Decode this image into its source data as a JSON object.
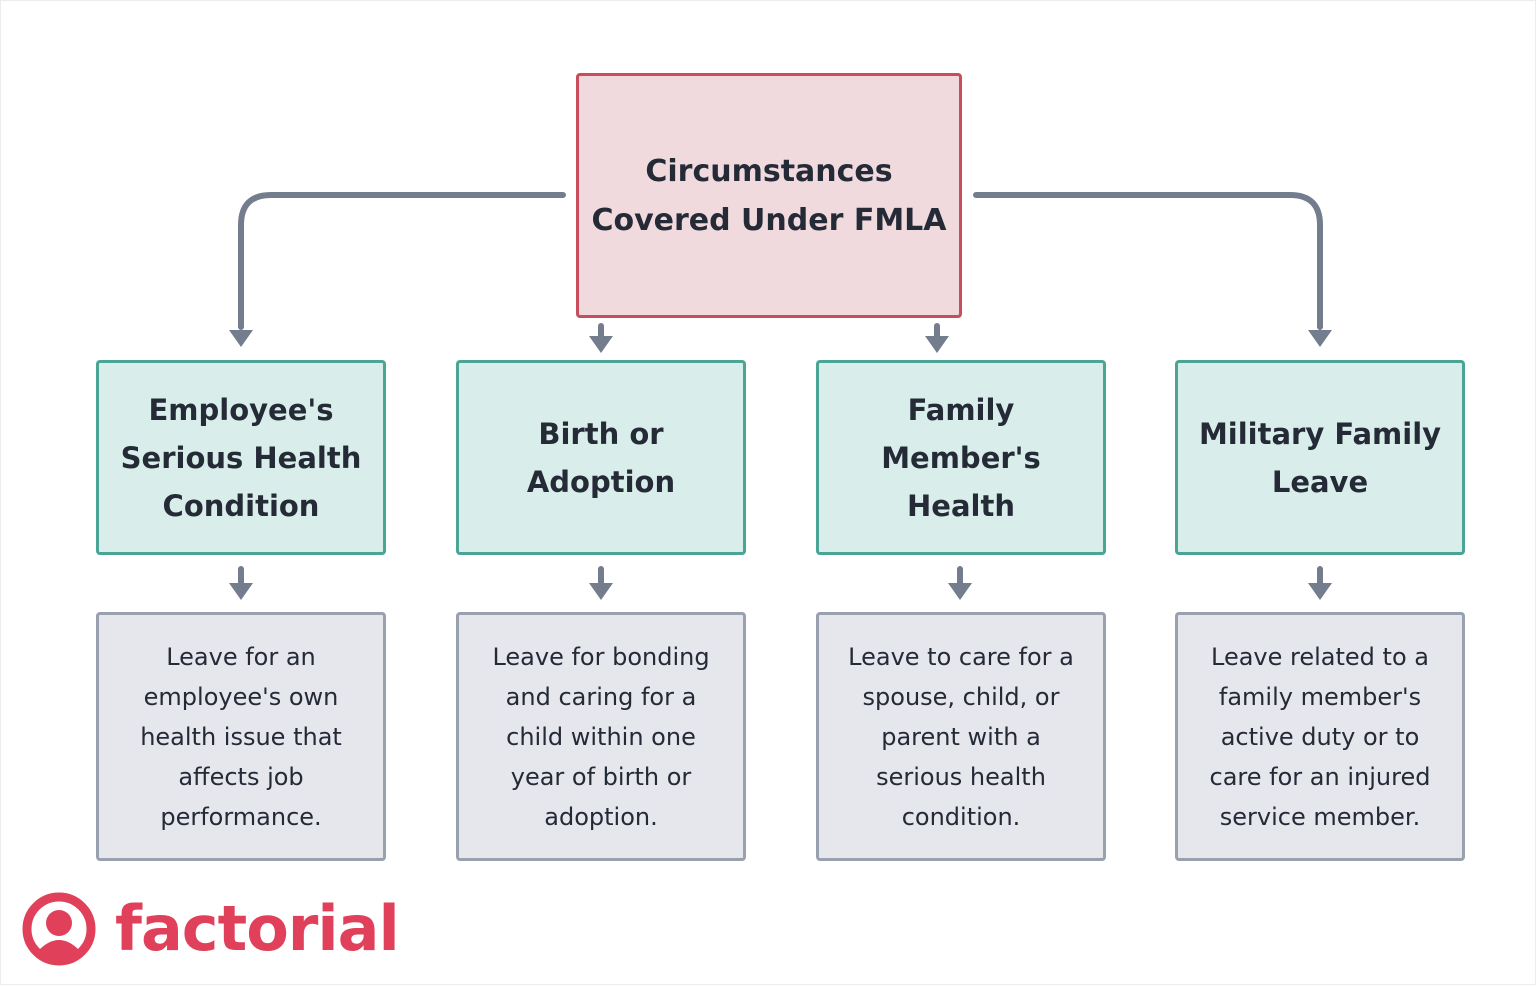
{
  "colors": {
    "root_fill": "#f0dade",
    "root_border": "#c84e5e",
    "category_fill": "#d9eeea",
    "category_border": "#4aa594",
    "description_fill": "#e5e7ec",
    "description_border": "#9aa1ae",
    "connector": "#737d8e",
    "text": "#252a37",
    "brand": "#e0405a"
  },
  "root": {
    "label": "Circumstances\nCovered Under FMLA"
  },
  "categories": [
    {
      "label": "Employee's\nSerious Health\nCondition"
    },
    {
      "label": "Birth or\nAdoption"
    },
    {
      "label": "Family\nMember's\nHealth"
    },
    {
      "label": "Military Family\nLeave"
    }
  ],
  "descriptions": [
    {
      "label": "Leave for an\nemployee's own\nhealth issue that\naffects job\nperformance."
    },
    {
      "label": "Leave for bonding\nand caring for a\nchild within one\nyear of birth or\nadoption."
    },
    {
      "label": "Leave to care for a\nspouse, child, or\nparent with a\nserious health\ncondition."
    },
    {
      "label": "Leave related to a\nfamily member's\nactive duty or to\ncare for an injured\nservice member."
    }
  ],
  "logo": {
    "icon": "person-circle-logo-icon",
    "text": "factorial"
  }
}
